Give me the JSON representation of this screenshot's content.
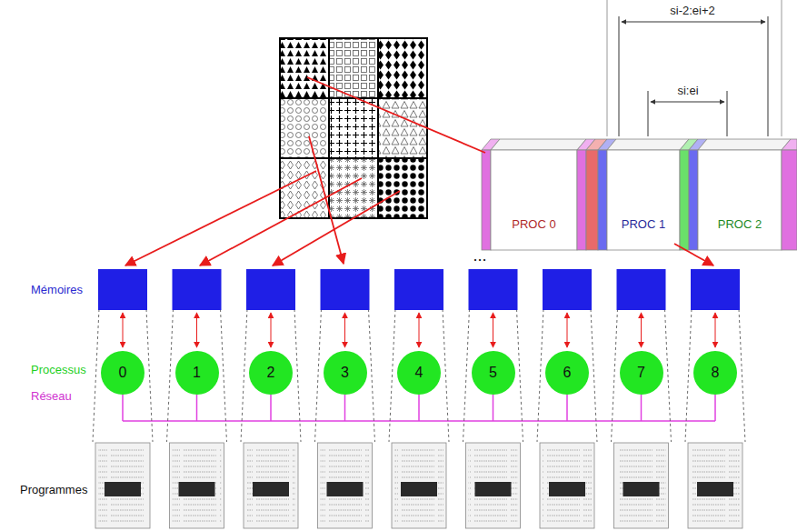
{
  "diagram": {
    "nodes": [
      {
        "text": [
          "PROC 0"
        ]
      },
      {
        "text": [
          "PROC 1"
        ]
      },
      {
        "text": [
          "PROC 2"
        ]
      },
      {
        "text": [
          "0"
        ]
      },
      {
        "text": [
          "1"
        ]
      },
      {
        "text": [
          "2"
        ]
      },
      {
        "text": [
          "3"
        ]
      },
      {
        "text": [
          "4"
        ]
      },
      {
        "text": [
          "5"
        ]
      },
      {
        "text": [
          "6"
        ]
      },
      {
        "text": [
          "7"
        ]
      },
      {
        "text": [
          "8"
        ]
      }
    ],
    "labels": [
      "si-2:ei+2",
      "si:ei",
      "...",
      "Mémoires",
      "Processus",
      "Réseau",
      "Programmes"
    ]
  }
}
